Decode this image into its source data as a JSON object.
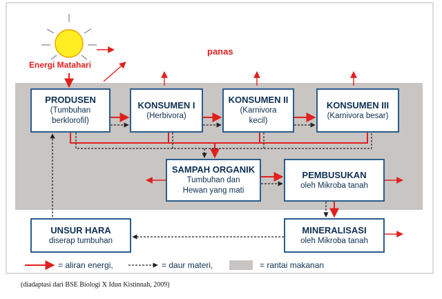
{
  "sun_label": "Energi Matahari",
  "heat_label": "panas",
  "nodes": {
    "produsen": {
      "title": "PRODUSEN",
      "line1": "(Tumbuhan",
      "line2": "berklorofil)"
    },
    "konsumen1": {
      "title": "KONSUMEN I",
      "line1": "(Herbivora)"
    },
    "konsumen2": {
      "title": "KONSUMEN II",
      "line1": "(Karnivora",
      "line2": "kecil)"
    },
    "konsumen3": {
      "title": "KONSUMEN III",
      "line1": "(Karnivora besar)"
    },
    "sampah": {
      "title": "SAMPAH ORGANIK",
      "line1": "Tumbuhan dan",
      "line2": "Hewan yang mati"
    },
    "pembusukan": {
      "title": "PEMBUSUKAN",
      "line1": "oleh Mikroba tanah"
    },
    "mineralisasi": {
      "title": "MINERALISASI",
      "line1": "oleh Mikroba tanah"
    },
    "unsur_hara": {
      "title": "UNSUR HARA",
      "line1": "diserap tumbuhan"
    }
  },
  "legend": {
    "energy": "= aliran energi,",
    "matter": "= daur materi,",
    "chain": "= rantai makanan"
  },
  "caption": "(diadaptasi dari BSE Biologi X Idun Kistinnah, 2009)",
  "colors": {
    "energy_arrow": "#e0201e",
    "matter_arrow": "#222222",
    "food_chain_band": "#c8c5c3",
    "box_border": "#2a5c8a",
    "box_text": "#0d2f52",
    "sun_fill": "#ffee22",
    "sun_ray": "#9a9a9a"
  }
}
